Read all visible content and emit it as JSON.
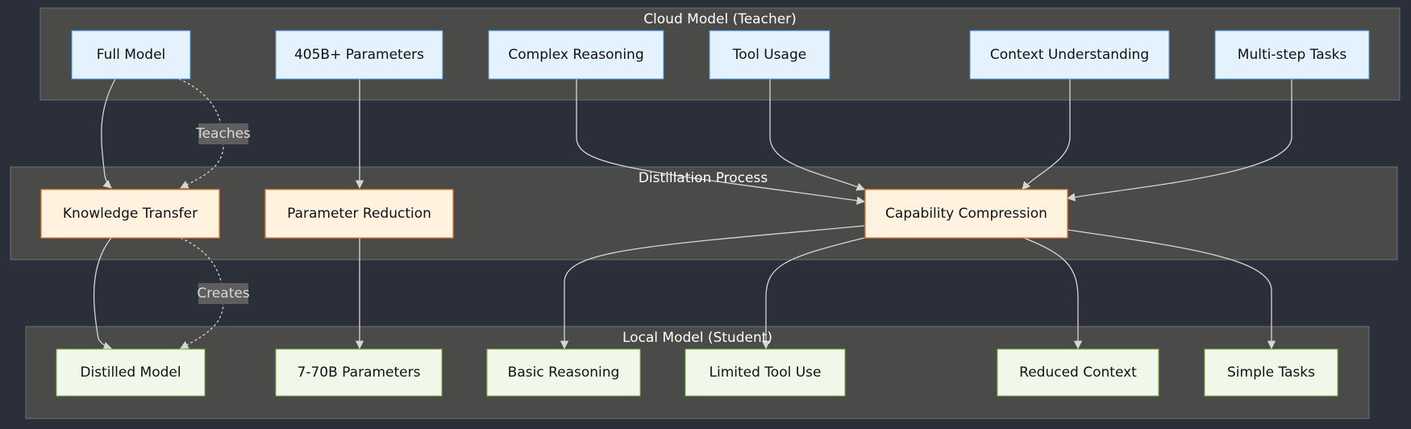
{
  "clusters": {
    "teacher": {
      "title": "Cloud Model (Teacher)"
    },
    "process": {
      "title": "Distillation Process"
    },
    "student": {
      "title": "Local Model (Student)"
    }
  },
  "nodes": {
    "full_model": "Full Model",
    "params_405b": "405B+ Parameters",
    "complex_reasoning": "Complex Reasoning",
    "tool_usage": "Tool Usage",
    "context_understanding": "Context Understanding",
    "multi_step_tasks": "Multi-step Tasks",
    "knowledge_transfer": "Knowledge Transfer",
    "parameter_reduction": "Parameter Reduction",
    "capability_compression": "Capability Compression",
    "distilled_model": "Distilled Model",
    "params_7_70b": "7-70B Parameters",
    "basic_reasoning": "Basic Reasoning",
    "limited_tool_use": "Limited Tool Use",
    "reduced_context": "Reduced Context",
    "simple_tasks": "Simple Tasks"
  },
  "edge_labels": {
    "teaches": "Teaches",
    "creates": "Creates"
  },
  "colors": {
    "background": "#2b2f3a",
    "cluster_fill": "#4a4a48",
    "teacher_fill": "#e3f2fd",
    "teacher_stroke": "#4a90d9",
    "process_fill": "#fff3e0",
    "process_stroke": "#e07b39",
    "student_fill": "#f1f8e9",
    "student_stroke": "#7cb342",
    "edge": "#d6d6d6"
  }
}
